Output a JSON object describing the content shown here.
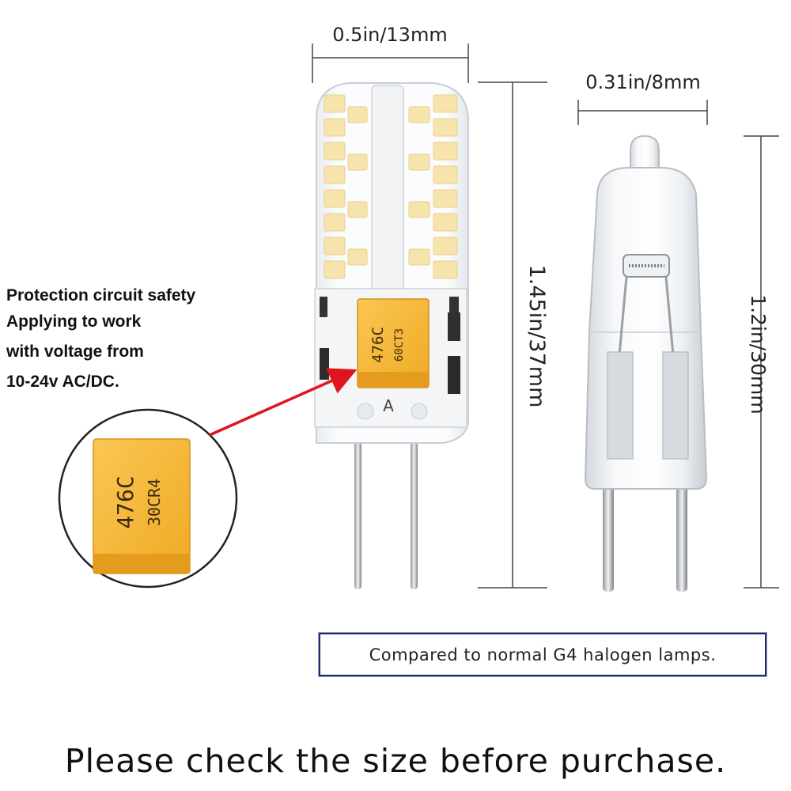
{
  "dimensions": {
    "led_width": "0.5in/13mm",
    "led_height": "1.45in/37mm",
    "halogen_width": "0.31in/8mm",
    "halogen_height": "1.2in/30mm"
  },
  "protection_note": {
    "lines": [
      "Protection circuit safety",
      "Applying to work",
      "with voltage from",
      "10-24v AC/DC."
    ]
  },
  "capacitor": {
    "main_code": "476C",
    "small_code": "60CT3",
    "zoom_code": "476C",
    "zoom_small_code": "30CR4",
    "board_letter": "A",
    "color": "#f5b52e"
  },
  "comparison_label": "Compared to normal G4 halogen lamps.",
  "footer_note": "Please check the size before purchase.",
  "colors": {
    "arrow": "#e0141c",
    "led_chip": "#f7e7b8",
    "box_border": "#1f2a66"
  }
}
